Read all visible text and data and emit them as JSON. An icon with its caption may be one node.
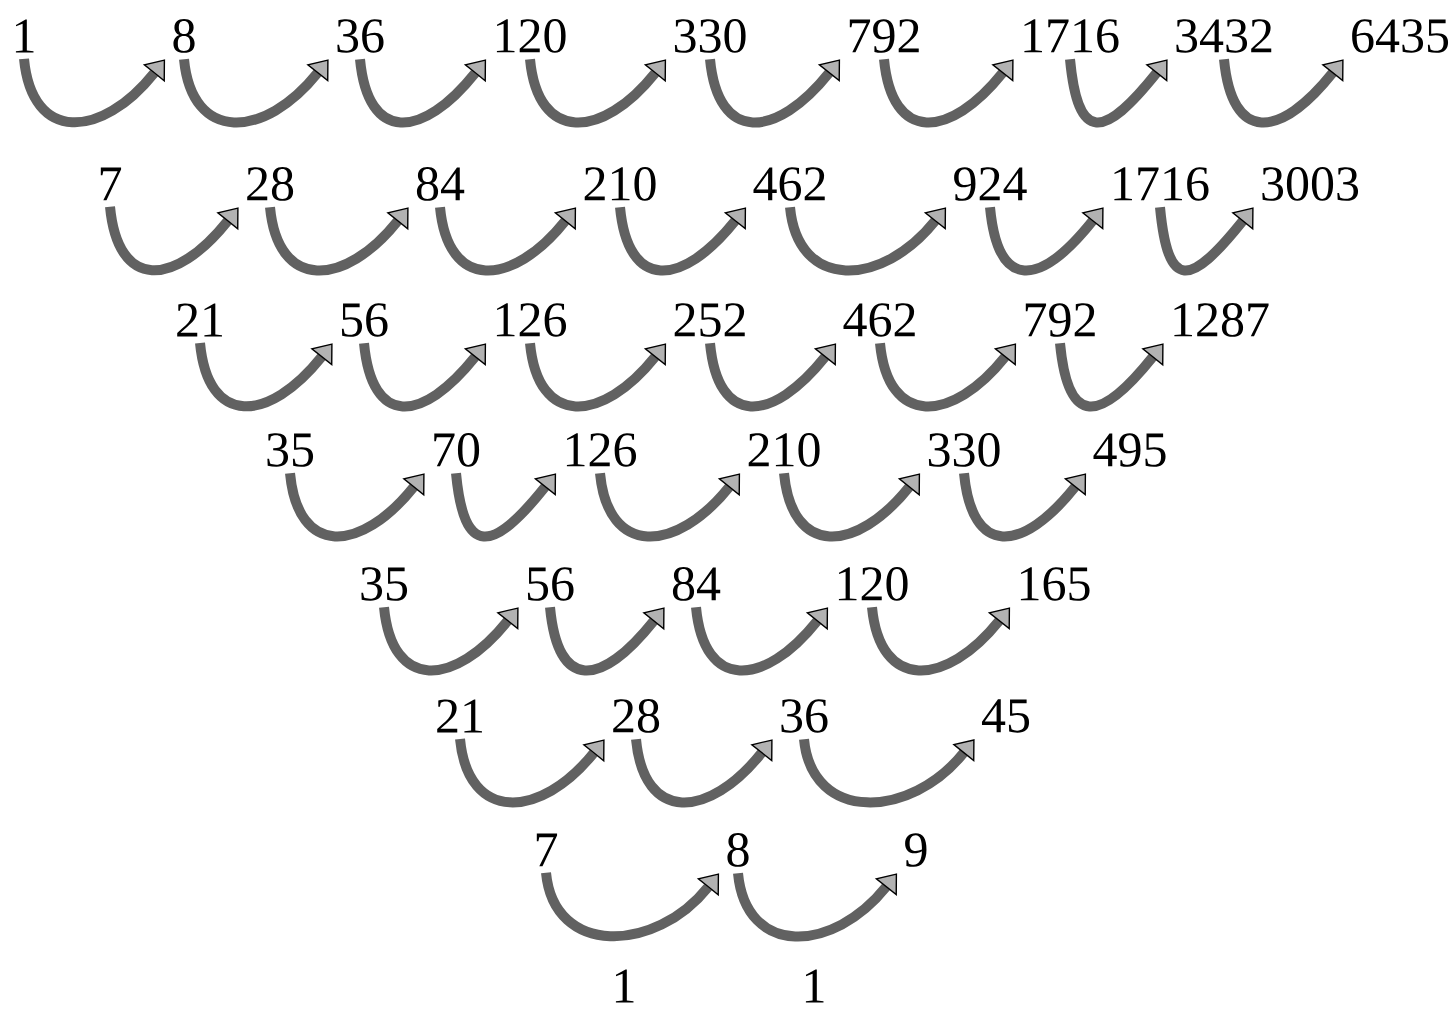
{
  "diagram": {
    "nodes": [
      {
        "text": [
          "1"
        ]
      },
      {
        "text": [
          "8"
        ]
      },
      {
        "text": [
          "36"
        ]
      },
      {
        "text": [
          "120"
        ]
      },
      {
        "text": [
          "330"
        ]
      },
      {
        "text": [
          "792"
        ]
      },
      {
        "text": [
          "1716"
        ]
      },
      {
        "text": [
          "3432"
        ]
      },
      {
        "text": [
          "6435"
        ]
      },
      {
        "text": [
          "7"
        ]
      },
      {
        "text": [
          "28"
        ]
      },
      {
        "text": [
          "84"
        ]
      },
      {
        "text": [
          "210"
        ]
      },
      {
        "text": [
          "462"
        ]
      },
      {
        "text": [
          "924"
        ]
      },
      {
        "text": [
          "1716"
        ]
      },
      {
        "text": [
          "3003"
        ]
      },
      {
        "text": [
          "21"
        ]
      },
      {
        "text": [
          "56"
        ]
      },
      {
        "text": [
          "126"
        ]
      },
      {
        "text": [
          "252"
        ]
      },
      {
        "text": [
          "462"
        ]
      },
      {
        "text": [
          "792"
        ]
      },
      {
        "text": [
          "1287"
        ]
      },
      {
        "text": [
          "35"
        ]
      },
      {
        "text": [
          "70"
        ]
      },
      {
        "text": [
          "126"
        ]
      },
      {
        "text": [
          "210"
        ]
      },
      {
        "text": [
          "330"
        ]
      },
      {
        "text": [
          "495"
        ]
      },
      {
        "text": [
          "35"
        ]
      },
      {
        "text": [
          "56"
        ]
      },
      {
        "text": [
          "84"
        ]
      },
      {
        "text": [
          "120"
        ]
      },
      {
        "text": [
          "165"
        ]
      },
      {
        "text": [
          "21"
        ]
      },
      {
        "text": [
          "28"
        ]
      },
      {
        "text": [
          "36"
        ]
      },
      {
        "text": [
          "45"
        ]
      },
      {
        "text": [
          "7"
        ]
      },
      {
        "text": [
          "8"
        ]
      },
      {
        "text": [
          "9"
        ]
      },
      {
        "text": [
          "1"
        ]
      },
      {
        "text": [
          "1"
        ]
      }
    ],
    "edges": [
      {
        "from": 0,
        "to": 1,
        "arrow": "to"
      },
      {
        "from": 1,
        "to": 2,
        "arrow": "to"
      },
      {
        "from": 2,
        "to": 3,
        "arrow": "to"
      },
      {
        "from": 3,
        "to": 4,
        "arrow": "to"
      },
      {
        "from": 4,
        "to": 5,
        "arrow": "to"
      },
      {
        "from": 5,
        "to": 6,
        "arrow": "to"
      },
      {
        "from": 6,
        "to": 7,
        "arrow": "to"
      },
      {
        "from": 7,
        "to": 8,
        "arrow": "to"
      },
      {
        "from": 9,
        "to": 10,
        "arrow": "to"
      },
      {
        "from": 10,
        "to": 11,
        "arrow": "to"
      },
      {
        "from": 11,
        "to": 12,
        "arrow": "to"
      },
      {
        "from": 12,
        "to": 13,
        "arrow": "to"
      },
      {
        "from": 13,
        "to": 14,
        "arrow": "to"
      },
      {
        "from": 14,
        "to": 15,
        "arrow": "to"
      },
      {
        "from": 15,
        "to": 16,
        "arrow": "to"
      },
      {
        "from": 17,
        "to": 18,
        "arrow": "to"
      },
      {
        "from": 18,
        "to": 19,
        "arrow": "to"
      },
      {
        "from": 19,
        "to": 20,
        "arrow": "to"
      },
      {
        "from": 20,
        "to": 21,
        "arrow": "to"
      },
      {
        "from": 21,
        "to": 22,
        "arrow": "to"
      },
      {
        "from": 22,
        "to": 23,
        "arrow": "to"
      },
      {
        "from": 24,
        "to": 25,
        "arrow": "to"
      },
      {
        "from": 25,
        "to": 26,
        "arrow": "to"
      },
      {
        "from": 26,
        "to": 27,
        "arrow": "to"
      },
      {
        "from": 27,
        "to": 28,
        "arrow": "to"
      },
      {
        "from": 28,
        "to": 29,
        "arrow": "to"
      },
      {
        "from": 30,
        "to": 31,
        "arrow": "to"
      },
      {
        "from": 31,
        "to": 32,
        "arrow": "to"
      },
      {
        "from": 32,
        "to": 33,
        "arrow": "to"
      },
      {
        "from": 33,
        "to": 34,
        "arrow": "to"
      },
      {
        "from": 35,
        "to": 36,
        "arrow": "to"
      },
      {
        "from": 36,
        "to": 37,
        "arrow": "to"
      },
      {
        "from": 37,
        "to": 38,
        "arrow": "to"
      },
      {
        "from": 39,
        "to": 40,
        "arrow": "to"
      },
      {
        "from": 40,
        "to": 41,
        "arrow": "to"
      }
    ]
  }
}
